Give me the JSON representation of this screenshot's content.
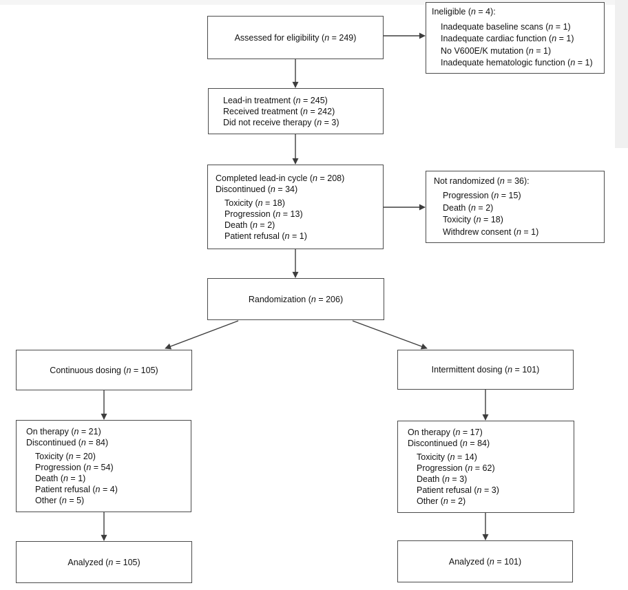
{
  "figure": {
    "type": "consort-flow-diagram",
    "colors": {
      "box_border": "#4a4a4a",
      "arrow": "#3d3d3d",
      "text": "#111111",
      "background": "#ffffff"
    },
    "boxes": {
      "assessed": {
        "align": "center",
        "lines": [
          {
            "indent": 0,
            "text": "Assessed for eligibility (n = 249)"
          }
        ]
      },
      "ineligible": {
        "align": "left",
        "lines": [
          {
            "indent": 0,
            "text": "Ineligible (n = 4):"
          },
          {
            "indent": 1,
            "text": "Inadequate baseline scans (n = 1)"
          },
          {
            "indent": 1,
            "text": "Inadequate cardiac function (n = 1)"
          },
          {
            "indent": 1,
            "text": "No V600E/K mutation (n = 1)"
          },
          {
            "indent": 1,
            "text": "Inadequate hematologic function (n = 1)"
          }
        ]
      },
      "lead_in": {
        "align": "left",
        "lines": [
          {
            "indent": 0,
            "text": "Lead-in treatment (n = 245)"
          },
          {
            "indent": 0,
            "text": "Received treatment (n = 242)"
          },
          {
            "indent": 0,
            "text": "Did not receive therapy (n = 3)"
          }
        ]
      },
      "completed_lead_in": {
        "align": "left",
        "lines": [
          {
            "indent": 0,
            "text": "Completed lead-in cycle (n = 208)"
          },
          {
            "indent": 0,
            "text": "Discontinued (n = 34)"
          },
          {
            "indent": 1,
            "text": "Toxicity (n = 18)"
          },
          {
            "indent": 1,
            "text": "Progression (n = 13)"
          },
          {
            "indent": 1,
            "text": "Death (n = 2)"
          },
          {
            "indent": 1,
            "text": "Patient refusal (n = 1)"
          }
        ]
      },
      "not_randomized": {
        "align": "left",
        "lines": [
          {
            "indent": 0,
            "text": "Not randomized (n = 36):"
          },
          {
            "indent": 1,
            "text": "Progression (n = 15)"
          },
          {
            "indent": 1,
            "text": "Death (n = 2)"
          },
          {
            "indent": 1,
            "text": "Toxicity (n = 18)"
          },
          {
            "indent": 1,
            "text": "Withdrew consent (n = 1)"
          }
        ]
      },
      "randomization": {
        "align": "center",
        "lines": [
          {
            "indent": 0,
            "text": "Randomization (n = 206)"
          }
        ]
      },
      "continuous_dosing": {
        "align": "center",
        "lines": [
          {
            "indent": 0,
            "text": "Continuous dosing (n = 105)"
          }
        ]
      },
      "intermittent_dosing": {
        "align": "center",
        "lines": [
          {
            "indent": 0,
            "text": "Intermittent dosing (n = 101)"
          }
        ]
      },
      "on_therapy_continuous": {
        "align": "left",
        "lines": [
          {
            "indent": 0,
            "text": "On therapy (n = 21)"
          },
          {
            "indent": 0,
            "text": "Discontinued (n = 84)"
          },
          {
            "indent": 1,
            "text": "Toxicity (n = 20)"
          },
          {
            "indent": 1,
            "text": "Progression (n = 54)"
          },
          {
            "indent": 1,
            "text": "Death (n = 1)"
          },
          {
            "indent": 1,
            "text": "Patient refusal (n = 4)"
          },
          {
            "indent": 1,
            "text": "Other (n = 5)"
          }
        ]
      },
      "on_therapy_intermittent": {
        "align": "left",
        "lines": [
          {
            "indent": 0,
            "text": "On therapy (n = 17)"
          },
          {
            "indent": 0,
            "text": "Discontinued (n = 84)"
          },
          {
            "indent": 1,
            "text": "Toxicity (n = 14)"
          },
          {
            "indent": 1,
            "text": "Progression (n = 62)"
          },
          {
            "indent": 1,
            "text": "Death (n = 3)"
          },
          {
            "indent": 1,
            "text": "Patient refusal (n = 3)"
          },
          {
            "indent": 1,
            "text": "Other (n = 2)"
          }
        ]
      },
      "analyzed_continuous": {
        "align": "center",
        "lines": [
          {
            "indent": 0,
            "text": "Analyzed (n = 105)"
          }
        ]
      },
      "analyzed_intermittent": {
        "align": "center",
        "lines": [
          {
            "indent": 0,
            "text": "Analyzed (n = 101)"
          }
        ]
      }
    }
  }
}
